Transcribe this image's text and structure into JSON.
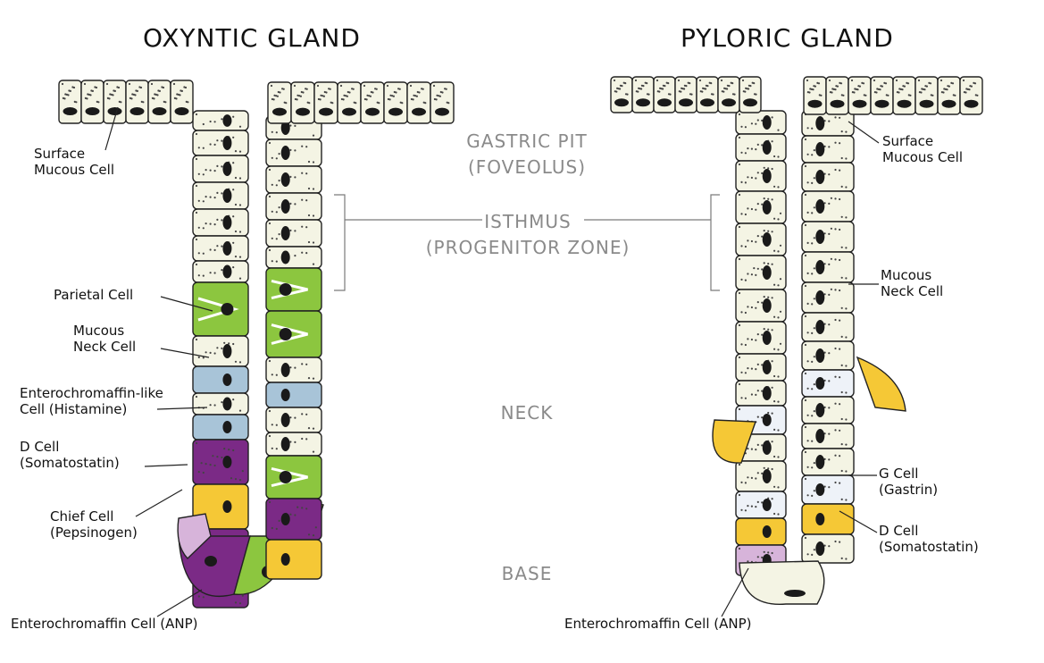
{
  "titles": {
    "oxyntic": "OXYNTIC GLAND",
    "pyloric": "PYLORIC GLAND"
  },
  "zones": {
    "gastric_pit_1": "GASTRIC PIT",
    "gastric_pit_2": "(FOVEOLUS)",
    "isthmus_1": "ISTHMUS",
    "isthmus_2": "(PROGENITOR ZONE)",
    "neck": "NECK",
    "base": "BASE"
  },
  "oxyntic_labels": {
    "surface_mucous_1": "Surface",
    "surface_mucous_2": "Mucous Cell",
    "parietal": "Parietal Cell",
    "mucous_neck_1": "Mucous",
    "mucous_neck_2": "Neck Cell",
    "ecl_1": "Enterochromaffin-like",
    "ecl_2": "Cell (Histamine)",
    "d_cell_1": "D Cell",
    "d_cell_2": "(Somatostatin)",
    "chief_1": "Chief Cell",
    "chief_2": "(Pepsinogen)",
    "ec": "Enterochromaffin Cell (ANP)"
  },
  "pyloric_labels": {
    "surface_mucous_1": "Surface",
    "surface_mucous_2": "Mucous Cell",
    "mucous_neck_1": "Mucous",
    "mucous_neck_2": "Neck Cell",
    "g_cell_1": "G Cell",
    "g_cell_2": "(Gastrin)",
    "d_cell_1": "D Cell",
    "d_cell_2": "(Somatostatin)",
    "ec": "Enterochromaffin Cell (ANP)"
  },
  "colors": {
    "mucous_cell_fill": "#f4f4e4",
    "nucleus": "#1a1a1a",
    "parietal": "#8cc63f",
    "chief": "#7b2a86",
    "d_cell": "#f5c836",
    "ecl": "#a8c4d8",
    "ec": "#d7b4da",
    "g_cell": "#eef2f8",
    "zone_text": "#8a8a8a",
    "outline": "#222222"
  }
}
